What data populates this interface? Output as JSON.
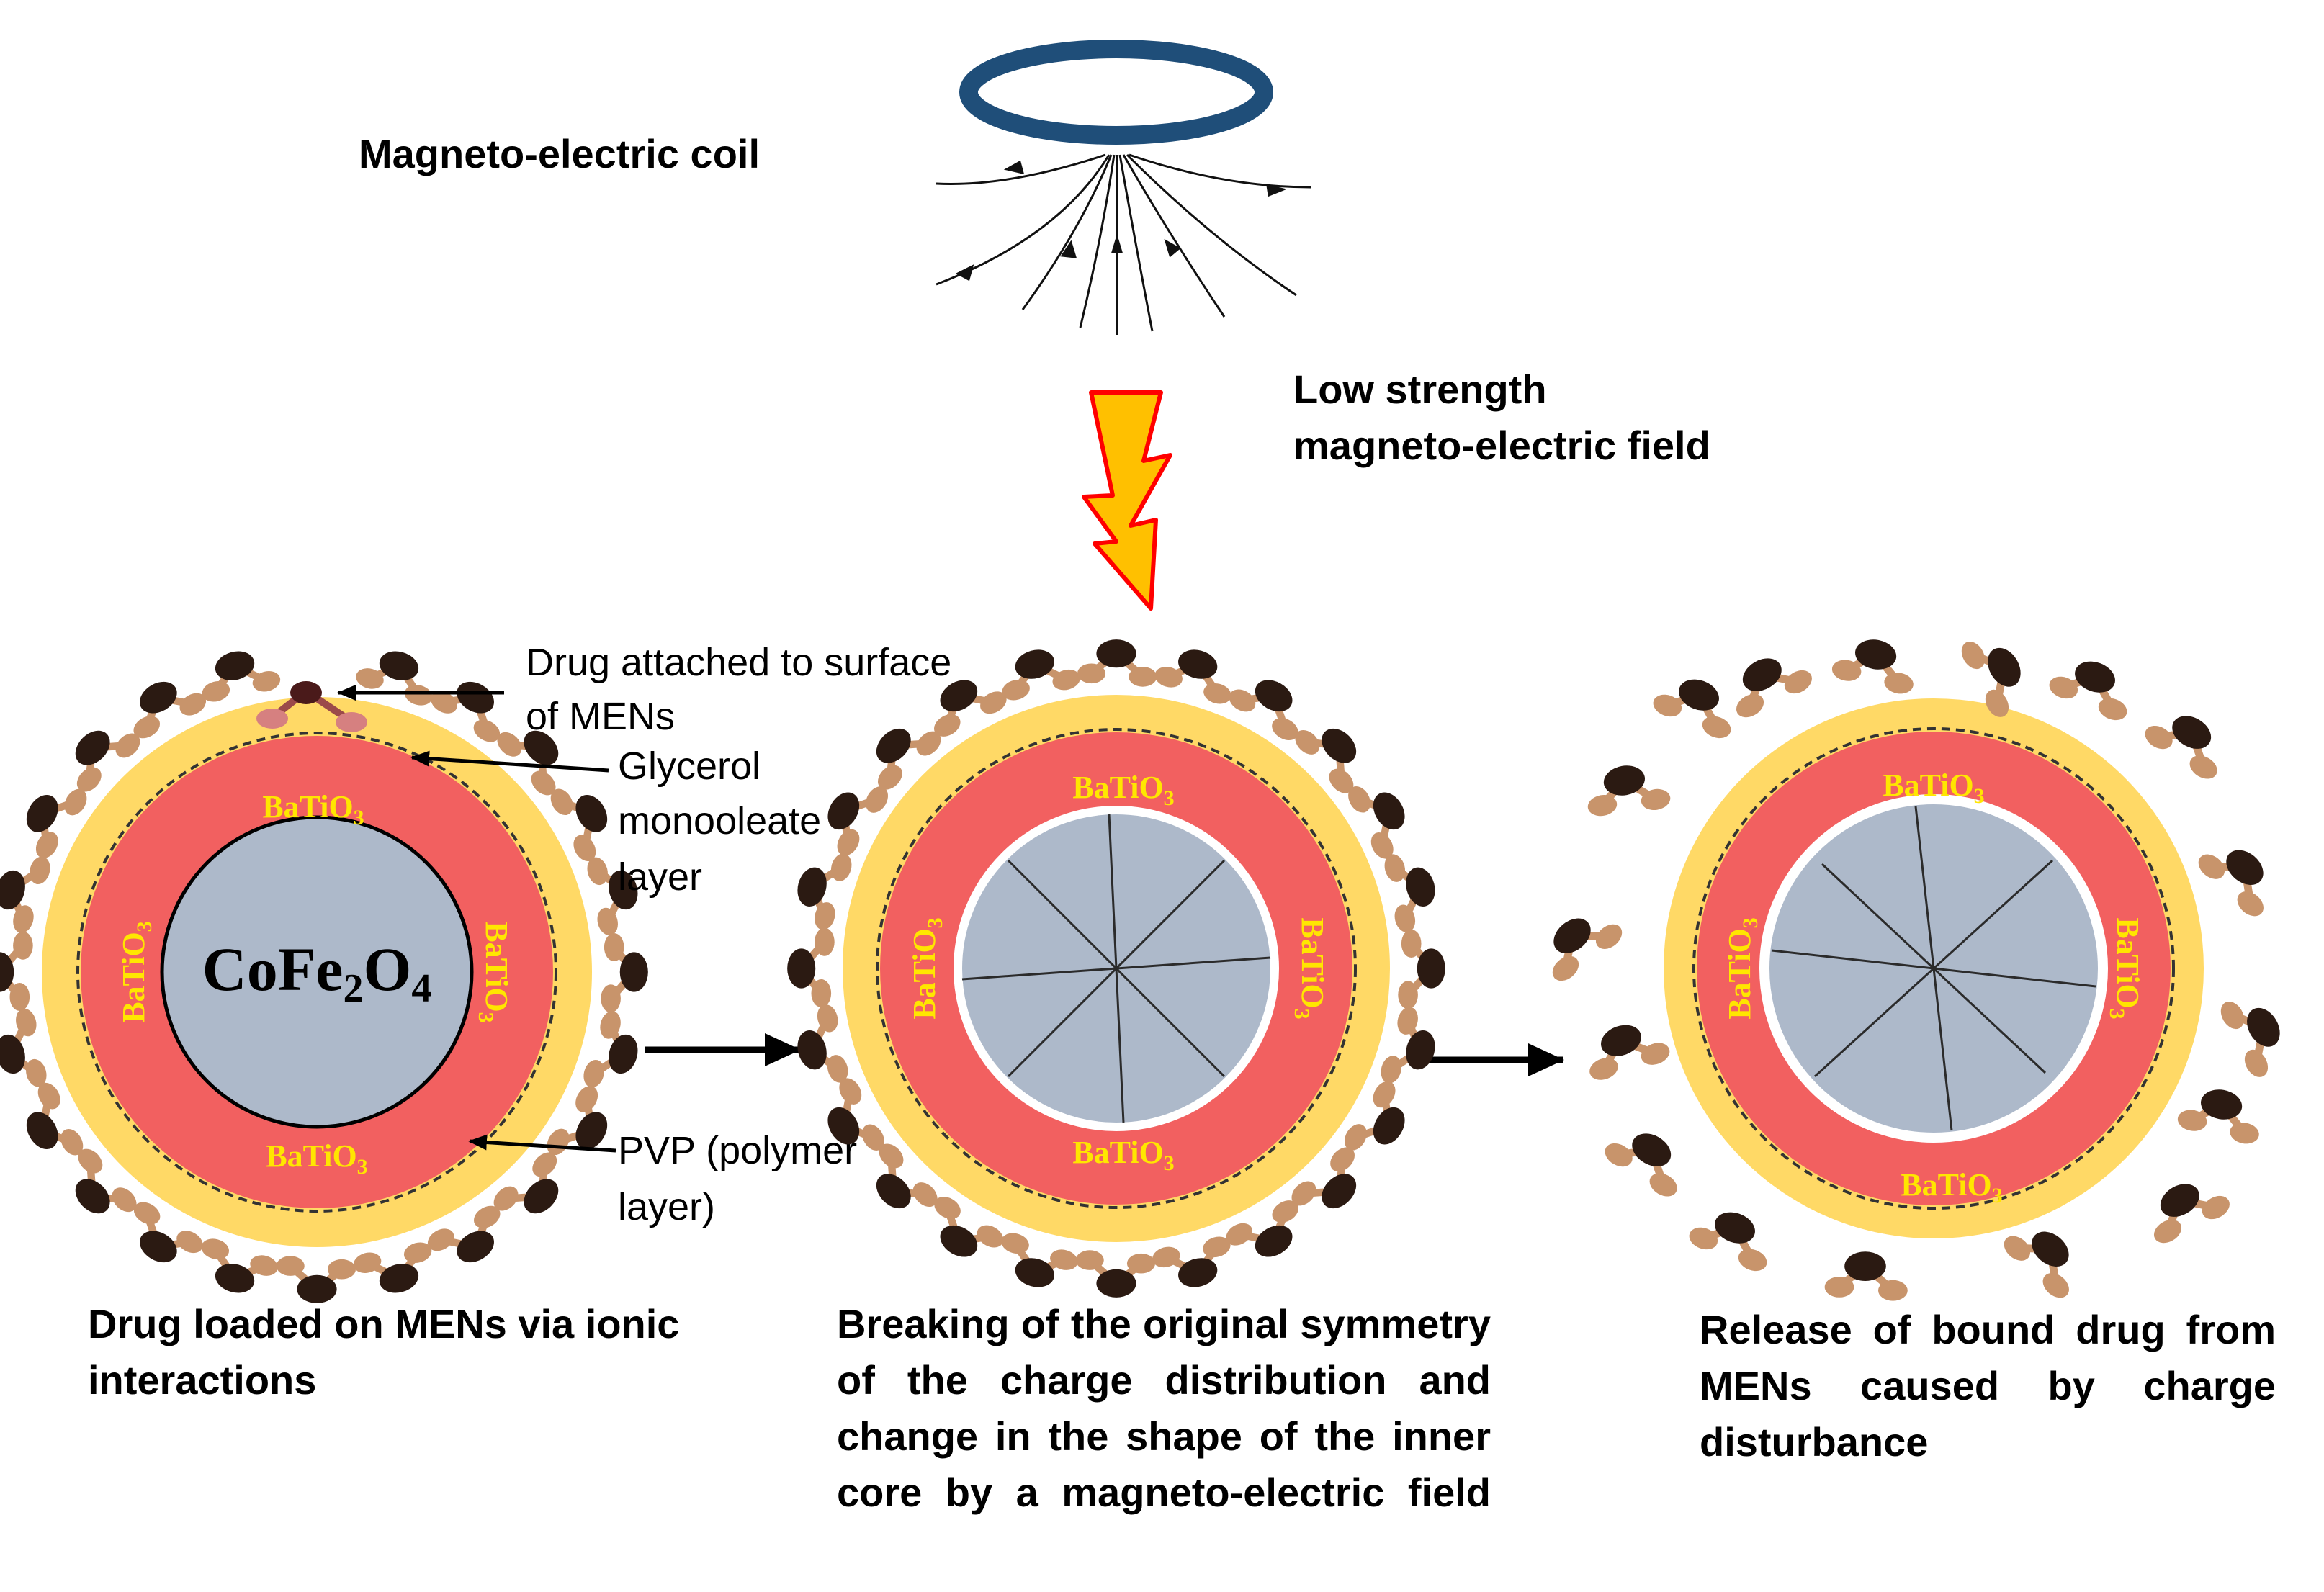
{
  "coil": {
    "label": "Magneto-electric coil"
  },
  "field": {
    "line1": "Low strength",
    "line2": "magneto-electric field"
  },
  "annotations": {
    "drug_line1": "Drug attached to surface",
    "drug_line2": "of MENs",
    "gmo_line1": "Glycerol",
    "gmo_line2": "monooleate",
    "gmo_line3": "layer",
    "pvp_line1": "PVP (polymer",
    "pvp_line2": "layer)"
  },
  "particles": {
    "core_label": {
      "base1": "CoFe",
      "sub1": "2",
      "base2": "O",
      "sub2": "4"
    },
    "shell_label": {
      "base": "BaTiO",
      "sub": "3"
    }
  },
  "captions": {
    "left": "Drug loaded on MENs via ionic interactions",
    "middle": "Breaking of the original symmetry of the charge distribution and change in the shape of the inner core by a magneto-electric field",
    "right": "Release of bound drug from MENs caused by charge disturbance"
  },
  "colors": {
    "coil": "#1f4e79",
    "lightning_fill": "#ffc000",
    "lightning_stroke": "#ff0000",
    "shell_outer": "#ffd966",
    "shell_batio3": "#f26060",
    "core": "#adb9ca",
    "drug_dark": "#2b1a12",
    "drug_light": "#c8946b",
    "batio3_text": "#ffe600"
  }
}
